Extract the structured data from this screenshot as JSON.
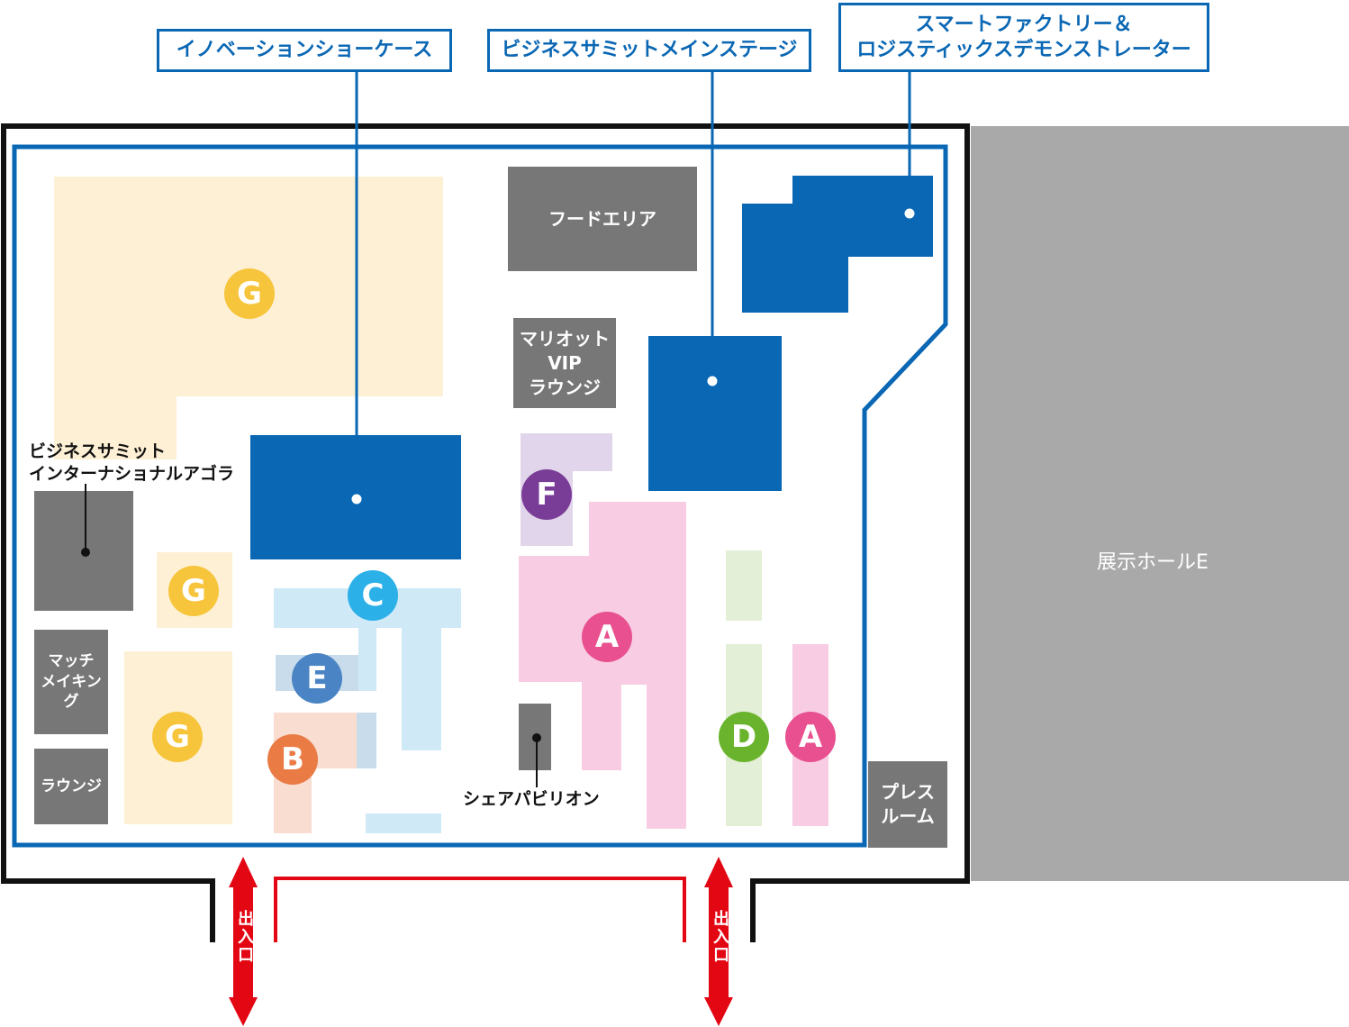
{
  "labels": {
    "innovation": "イノベーションショーケース",
    "summit_stage": "ビジネスサミットメインステージ",
    "smart_factory": "スマートファクトリー＆\nロジスティックスデモンストレーター"
  },
  "rooms": {
    "food_area": "フードエリア",
    "vip_lounge": "マリオット\nVIP\nラウンジ",
    "matchmaking": "マッチ\nメイキング",
    "lounge": "ラウンジ",
    "press_room": "プレス\nルーム"
  },
  "texts": {
    "agora": "ビジネスサミット\nインターナショナルアゴラ",
    "share_pavilion": "シェアパビリオン",
    "hall_e": "展示ホールE"
  },
  "entrance_label": "出入口",
  "zones": {
    "A": "A",
    "B": "B",
    "C": "C",
    "D": "D",
    "E": "E",
    "F": "F",
    "G": "G"
  },
  "colors": {
    "blue": "#0a67b4",
    "gray_room": "#777777",
    "hall_gray": "#a9a9a9",
    "red": "#e30613",
    "zone_A": "#e8508f",
    "zone_B": "#ea7b45",
    "zone_C": "#2bb0e8",
    "zone_D": "#6ab42d",
    "zone_E": "#4a84c4",
    "zone_F": "#7a3d97",
    "zone_G": "#f7c53c"
  }
}
